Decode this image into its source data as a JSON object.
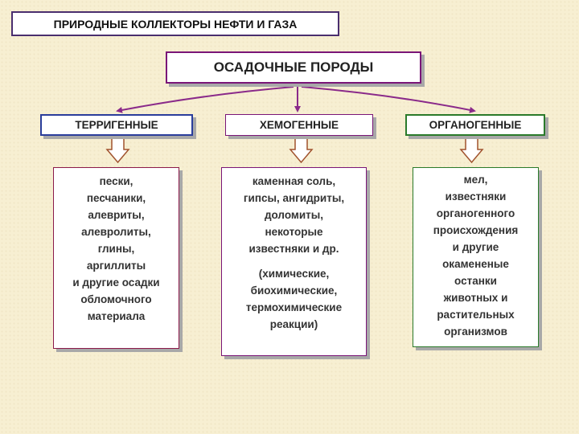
{
  "title": "ПРИРОДНЫЕ КОЛЛЕКТОРЫ НЕФТИ И ГАЗА",
  "root": "ОСАДОЧНЫЕ ПОРОДЫ",
  "categories": [
    {
      "label": "ТЕРРИГЕННЫЕ",
      "border_color": "#2a3d9b",
      "details": [
        "пески,",
        "песчаники,",
        "алевриты,",
        "алевролиты,",
        "глины,",
        "аргиллиты",
        "и другие осадки",
        "обломочного",
        "материала"
      ],
      "note": []
    },
    {
      "label": "ХЕМОГЕННЫЕ",
      "border_color": "#7a1577",
      "details": [
        "каменная соль,",
        "гипсы, ангидриты,",
        "доломиты,",
        "некоторые",
        "известняки и др."
      ],
      "note": [
        "(химические,",
        "биохимические,",
        "термохимические",
        "реакции)"
      ]
    },
    {
      "label": "ОРГАНОГЕННЫЕ",
      "border_color": "#2a7a2a",
      "details": [
        "мел,",
        "известняки",
        "органогенного",
        "происхождения",
        "и другие",
        "окамененые",
        "останки",
        "животных и",
        "растительных",
        "организмов"
      ],
      "note": []
    }
  ],
  "colors": {
    "background": "#f7efd2",
    "connector": "#8a2a8a",
    "down_arrow_outline": "#a0522d"
  }
}
